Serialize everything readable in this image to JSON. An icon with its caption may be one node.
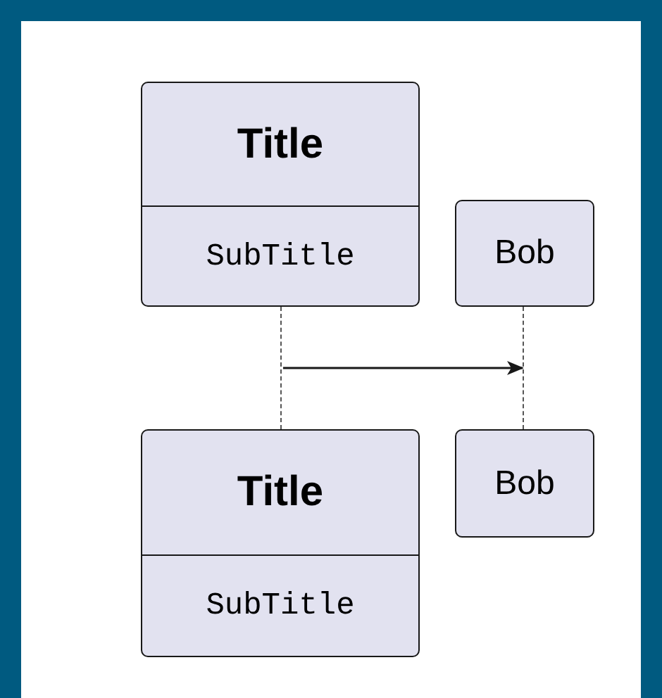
{
  "diagram": {
    "nodes": [
      {
        "text": [
          "Title",
          "SubTitle"
        ]
      },
      {
        "text": [
          "Bob"
        ]
      },
      {
        "text": [
          "Title",
          "SubTitle"
        ]
      },
      {
        "text": [
          "Bob"
        ]
      },
      {
        "text": [],
        "shape": "line"
      },
      {
        "text": [],
        "shape": "line"
      }
    ],
    "edges": [
      {
        "from": 4,
        "to": 5,
        "arrow": "to"
      }
    ]
  }
}
